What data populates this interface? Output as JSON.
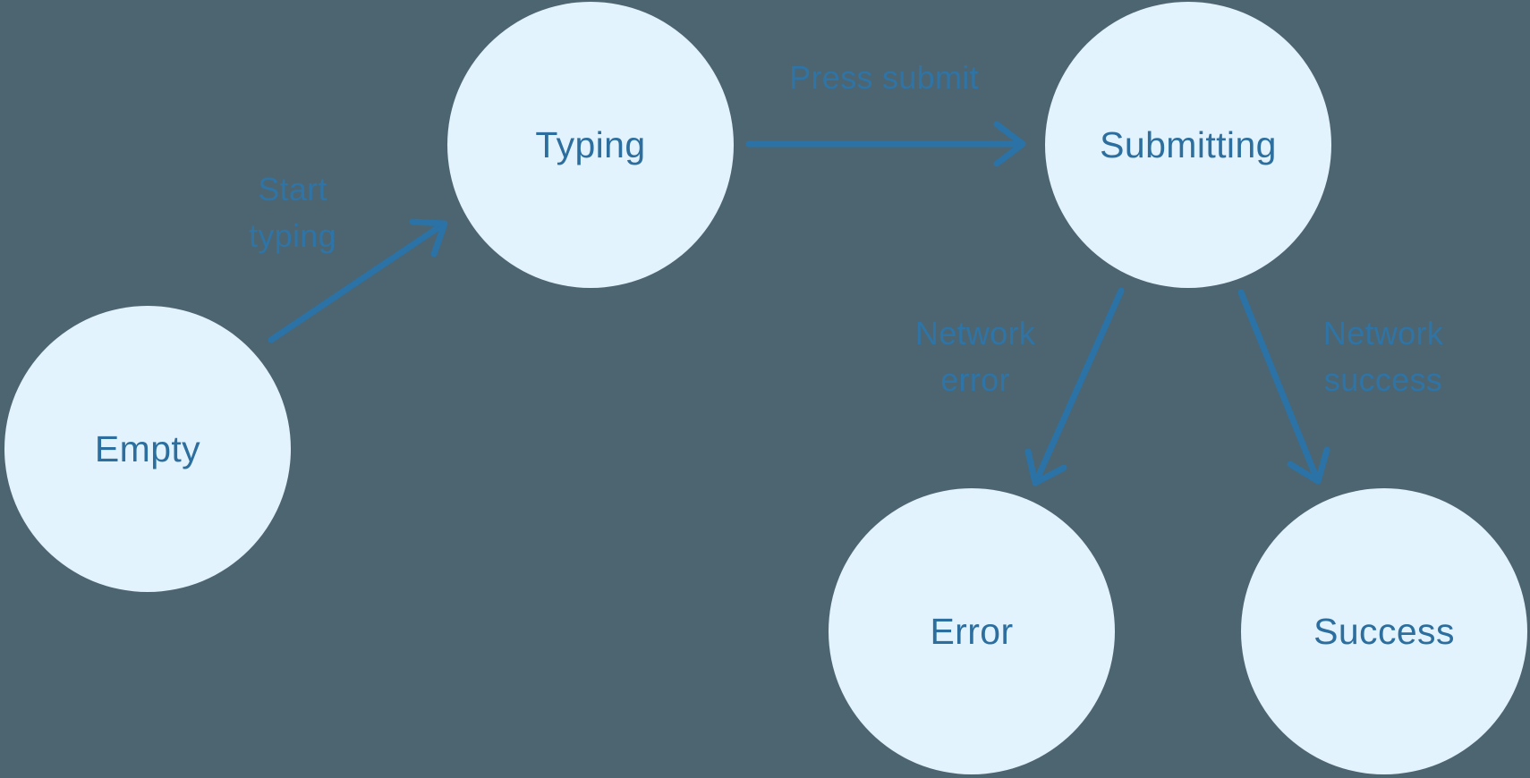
{
  "diagram": {
    "type": "state-machine",
    "nodes": [
      {
        "id": "empty",
        "label": "Empty"
      },
      {
        "id": "typing",
        "label": "Typing"
      },
      {
        "id": "submitting",
        "label": "Submitting"
      },
      {
        "id": "error",
        "label": "Error"
      },
      {
        "id": "success",
        "label": "Success"
      }
    ],
    "edges": [
      {
        "from": "empty",
        "to": "typing",
        "label": "Start typing"
      },
      {
        "from": "typing",
        "to": "submitting",
        "label": "Press submit"
      },
      {
        "from": "submitting",
        "to": "error",
        "label": "Network error"
      },
      {
        "from": "submitting",
        "to": "success",
        "label": "Network success"
      }
    ],
    "colors": {
      "background": "#4c6571",
      "node_fill": "#e3f3fd",
      "node_text": "#2c6f9f",
      "edge": "#2b72a6",
      "edge_label": "#2e74a7"
    }
  }
}
